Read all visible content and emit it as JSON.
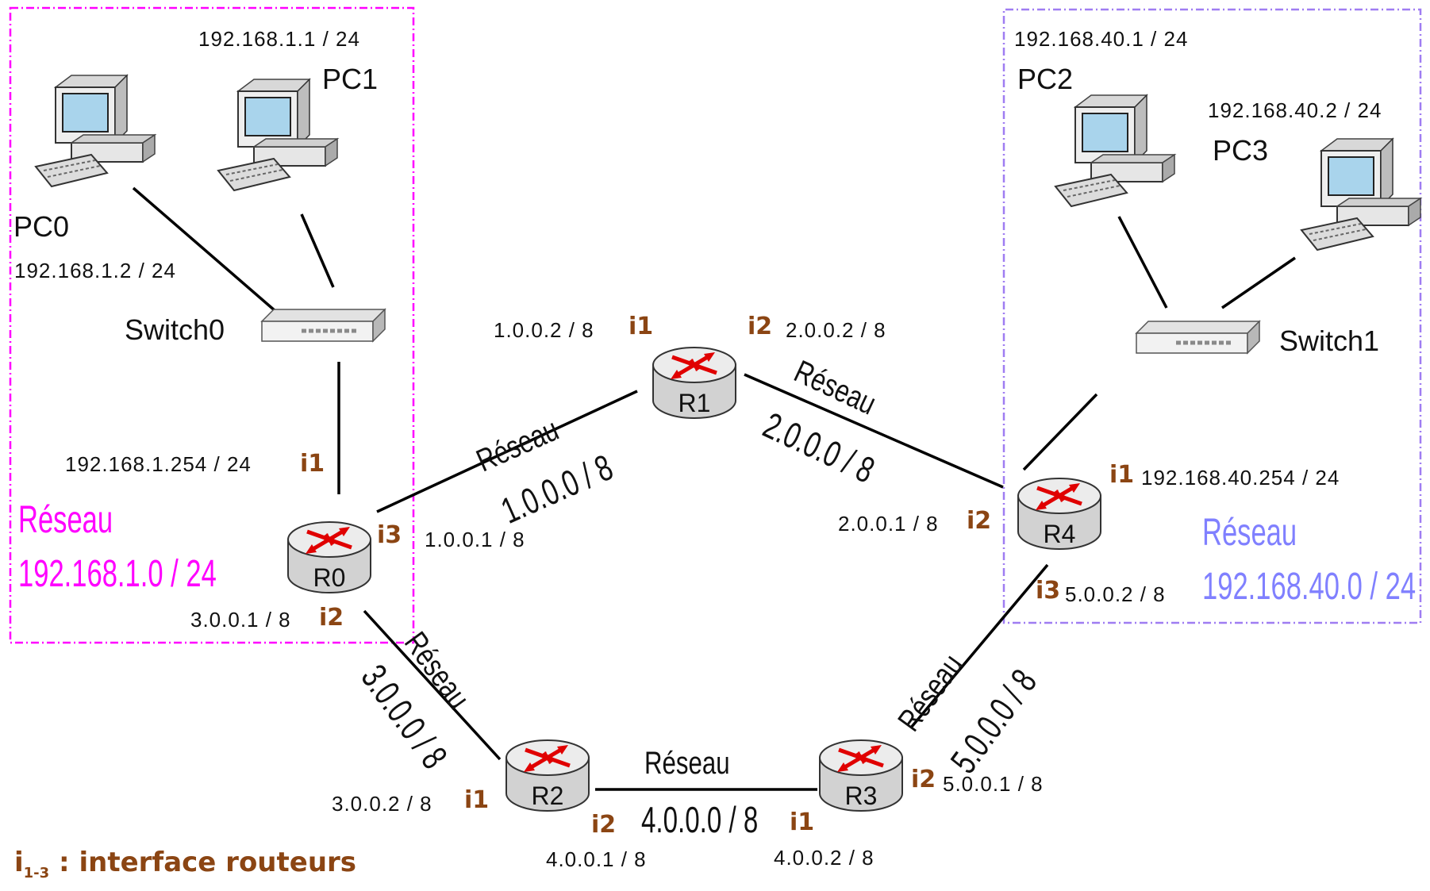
{
  "colors": {
    "lan_left": "#ff00ff",
    "lan_right": "#8080ff",
    "iface": "#8b4513",
    "link": "#000000"
  },
  "devices": {
    "pc0": "PC0",
    "pc1": "PC1",
    "pc2": "PC2",
    "pc3": "PC3",
    "switch0": "Switch0",
    "switch1": "Switch1",
    "r0": "R0",
    "r1": "R1",
    "r2": "R2",
    "r3": "R3",
    "r4": "R4"
  },
  "ips": {
    "pc1": "192.168.1.1 / 24",
    "pc0": "192.168.1.2 / 24",
    "r0_i1": "192.168.1.254 / 24",
    "r0_i3": "1.0.0.1 / 8",
    "r0_i2": "3.0.0.1 / 8",
    "r1_i1": "1.0.0.2 / 8",
    "r1_i2": "2.0.0.2 / 8",
    "r4_i2": "2.0.0.1 / 8",
    "r4_i1": "192.168.40.254 / 24",
    "r4_i3": "5.0.0.2 / 8",
    "r2_i1": "3.0.0.2 / 8",
    "r2_i2": "4.0.0.1 / 8",
    "r3_i1": "4.0.0.2 / 8",
    "r3_i2": "5.0.0.1 / 8",
    "pc2": "192.168.40.1 / 24",
    "pc3": "192.168.40.2 / 24"
  },
  "ifaces": {
    "i1": "i1",
    "i2": "i2",
    "i3": "i3"
  },
  "networks": {
    "label": "Réseau",
    "n1": "1.0.0.0 / 8",
    "n2": "2.0.0.0 / 8",
    "n3": "3.0.0.0 / 8",
    "n4": "4.0.0.0 / 8",
    "n5": "5.0.0.0 / 8",
    "lan_left": "192.168.1.0 / 24",
    "lan_right": "192.168.40.0 / 24"
  },
  "legend": {
    "symbol": "i",
    "subscript": "1-3",
    "text": " : interface routeurs"
  }
}
